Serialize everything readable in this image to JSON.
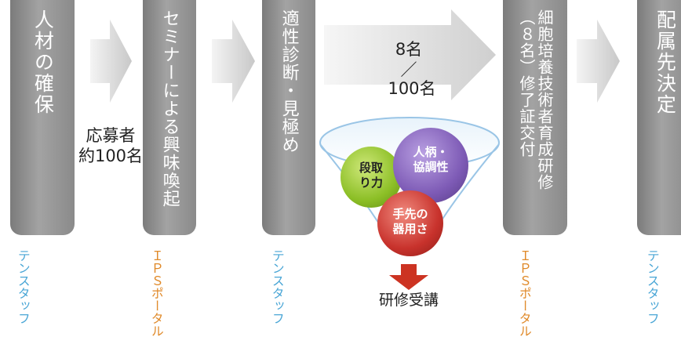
{
  "steps": [
    {
      "label": "人材の確保",
      "owner": "テンスタッフ",
      "owner_type": "tem"
    },
    {
      "label": "セミナーによる興味喚起",
      "owner": "ＩＰＳポータル",
      "owner_type": "ips"
    },
    {
      "label": "適性診断・見極め",
      "owner": "テンスタッフ",
      "owner_type": "tem"
    },
    {
      "label": "細胞培養技術者育成研修\n（８名）修了証交付",
      "owner": "ＩＰＳポータル",
      "owner_type": "ips"
    },
    {
      "label": "配属先決定",
      "owner": "テンスタッフ",
      "owner_type": "tem"
    }
  ],
  "applicants": {
    "line1": "応募者",
    "line2": "約100名"
  },
  "ratio": {
    "top": "8名",
    "slash": "／",
    "bottom": "100名"
  },
  "criteria": [
    {
      "label1": "段取",
      "label2": "り力",
      "color": "#8cbf26"
    },
    {
      "label1": "人柄・",
      "label2": "協調性",
      "color": "#7e5bb6"
    },
    {
      "label1": "手先の",
      "label2": "器用さ",
      "color": "#c8322c"
    }
  ],
  "result_label": "研修受講",
  "colors": {
    "step_box": "#999999",
    "tem_text": "#4aa6d6",
    "ips_text": "#e08a2a",
    "down_arrow": "#cc3322"
  }
}
